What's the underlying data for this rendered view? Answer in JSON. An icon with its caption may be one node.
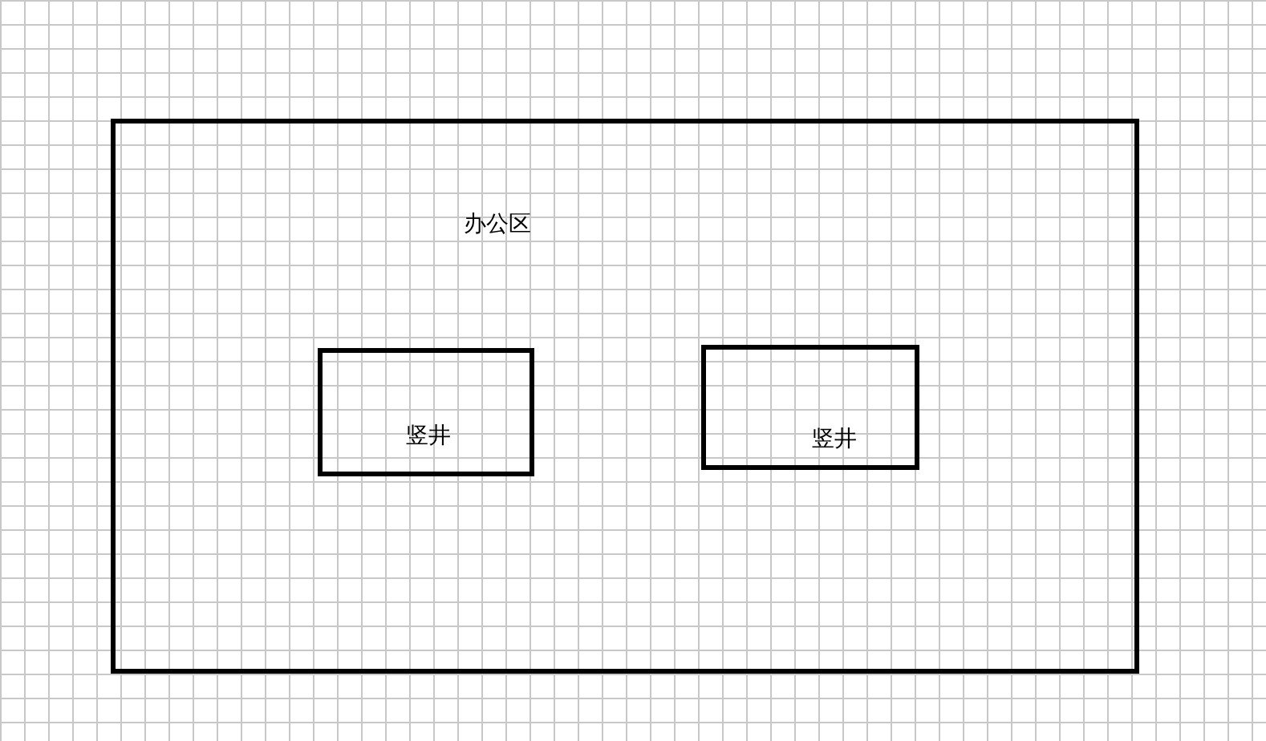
{
  "diagram": {
    "nodes": [
      {
        "text": [
          "办公区"
        ]
      },
      {
        "text": [
          "竖井"
        ],
        "in": 0
      },
      {
        "text": [
          "竖井"
        ],
        "in": 0
      }
    ]
  }
}
